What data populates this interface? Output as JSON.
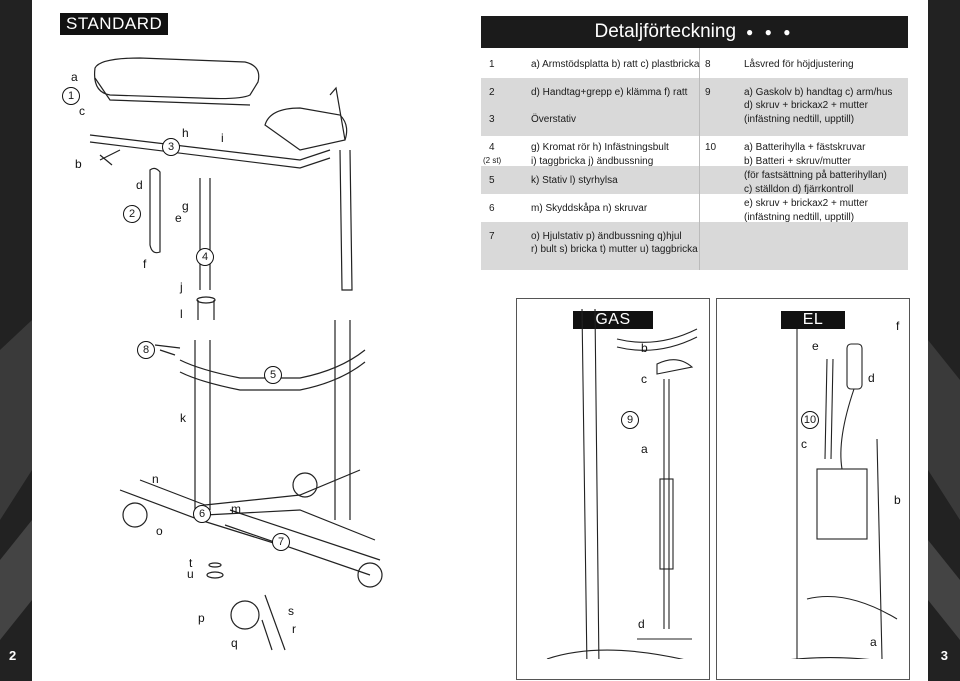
{
  "page": {
    "left_number": "2",
    "right_number": "3"
  },
  "standard": {
    "title": "STANDARD",
    "labels": {
      "a": "a",
      "c": "c",
      "b": "b",
      "h": "h",
      "i": "i",
      "d": "d",
      "g": "g",
      "e": "e",
      "f": "f",
      "j": "j",
      "l": "l",
      "k": "k",
      "n": "n",
      "o": "o",
      "m": "m",
      "t": "t",
      "u": "u",
      "p": "p",
      "q": "q",
      "s": "s",
      "r": "r"
    },
    "callouts": [
      "1",
      "2",
      "3",
      "4",
      "5",
      "6",
      "7",
      "8"
    ]
  },
  "table": {
    "title": "Detaljförteckning",
    "dots": "● ● ●",
    "left_rows": [
      {
        "num": "1",
        "note": "",
        "lines": [
          "a) Armstödsplatta   b) ratt   c) plastbricka"
        ]
      },
      {
        "num": "2",
        "note": "",
        "lines": [
          "d) Handtag+grepp   e) klämma   f) ratt"
        ]
      },
      {
        "num": "3",
        "note": "",
        "lines": [
          "Överstativ"
        ]
      },
      {
        "num": "4",
        "note": "(2 st)",
        "lines": [
          "g) Kromat rör   h) Infästningsbult",
          "i) taggbricka   j) ändbussning"
        ]
      },
      {
        "num": "5",
        "note": "",
        "lines": [
          "k) Stativ   l) styrhylsa"
        ]
      },
      {
        "num": "6",
        "note": "",
        "lines": [
          "m) Skyddskåpa   n) skruvar"
        ]
      },
      {
        "num": "7",
        "note": "",
        "lines": [
          "o) Hjulstativ   p) ändbussning   q)hjul",
          "r) bult   s) bricka   t) mutter   u) taggbricka"
        ]
      }
    ],
    "right_rows": [
      {
        "num": "8",
        "lines": [
          "Låsvred för höjdjustering"
        ]
      },
      {
        "num": "9",
        "lines": [
          "a) Gaskolv   b) handtag   c) arm/hus",
          "d) skruv + brickax2 + mutter",
          "(infästning nedtill, upptill)"
        ]
      },
      {
        "num": "10",
        "lines": [
          "a) Batterihylla + fästskruvar",
          "b) Batteri + skruv/mutter",
          "(för fastsättning på batterihyllan)",
          "c) ställdon   d) fjärrkontroll",
          "e) skruv + brickax2 + mutter",
          "(infästning nedtill, upptill)"
        ]
      }
    ]
  },
  "gas": {
    "title": "GAS",
    "callout": "9",
    "labels": {
      "b": "b",
      "c": "c",
      "a": "a",
      "d": "d"
    }
  },
  "el": {
    "title": "EL",
    "callout": "10",
    "labels": {
      "f": "f",
      "e": "e",
      "d": "d",
      "c": "c",
      "b": "b",
      "a": "a"
    }
  },
  "colors": {
    "dark": "#1b1b1b",
    "band": "#d9d9d9",
    "edge": "#222222"
  }
}
